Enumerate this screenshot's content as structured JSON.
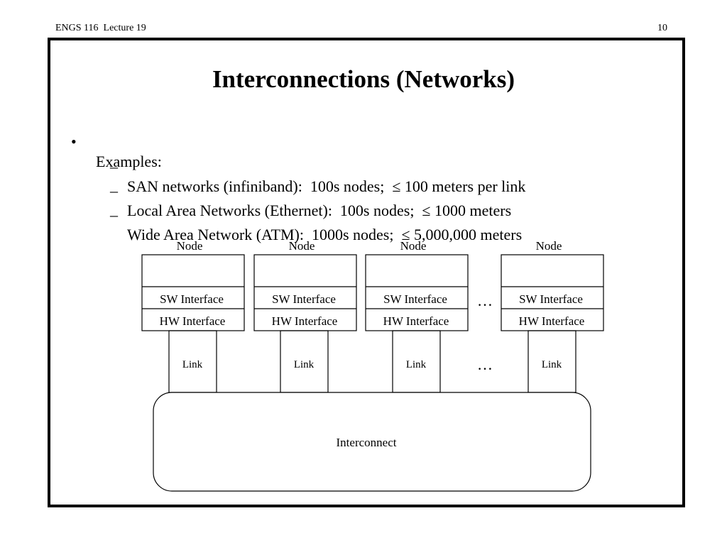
{
  "header": {
    "course": "ENGS 116  Lecture 19",
    "page_number": "10"
  },
  "slide": {
    "title": "Interconnections (Networks)",
    "bullet": {
      "marker": "•",
      "text": "Examples:"
    },
    "sub_bullets": [
      {
        "marker": "–",
        "text": "SAN networks (infiniband):  100s nodes;  ≤ 100 meters per link"
      },
      {
        "marker": "–",
        "text": "Local Area Networks (Ethernet):  100s nodes;  ≤ 1000 meters"
      },
      {
        "marker": "–",
        "text": "Wide Area Network (ATM):  1000s nodes;  ≤ 5,000,000 meters"
      }
    ]
  },
  "diagram": {
    "nodes": [
      {
        "label": "Node",
        "sw": "SW Interface",
        "hw": "HW Interface",
        "link": "Link"
      },
      {
        "label": "Node",
        "sw": "SW Interface",
        "hw": "HW Interface",
        "link": "Link"
      },
      {
        "label": "Node",
        "sw": "SW Interface",
        "hw": "HW Interface",
        "link": "Link"
      },
      {
        "label": "Node",
        "sw": "SW Interface",
        "hw": "HW Interface",
        "link": "Link"
      }
    ],
    "ellipsis": "…",
    "interconnect_label": "Interconnect"
  }
}
